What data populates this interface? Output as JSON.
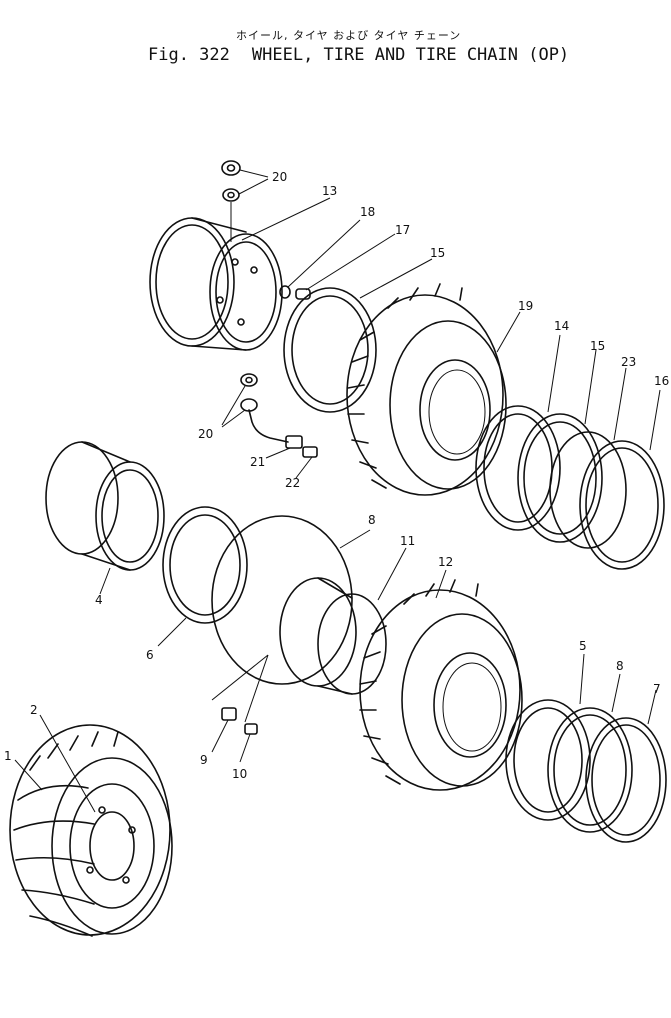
{
  "header": {
    "japanese_title": "ホイール, タイヤ および タイヤ チェーン",
    "fig_label": "Fig. 322",
    "title": "WHEEL, TIRE AND TIRE CHAIN (OP)"
  },
  "callouts": {
    "n1": "1",
    "n2": "2",
    "n4": "4",
    "n5": "5",
    "n6": "6",
    "n7": "7",
    "n8a": "8",
    "n8b": "8",
    "n9": "9",
    "n10": "10",
    "n11": "11",
    "n12": "12",
    "n13": "13",
    "n14": "14",
    "n15a": "15",
    "n15b": "15",
    "n16": "16",
    "n17": "17",
    "n18": "18",
    "n19": "19",
    "n20a": "20",
    "n20b": "20",
    "n21": "21",
    "n22": "22",
    "n23": "23"
  }
}
